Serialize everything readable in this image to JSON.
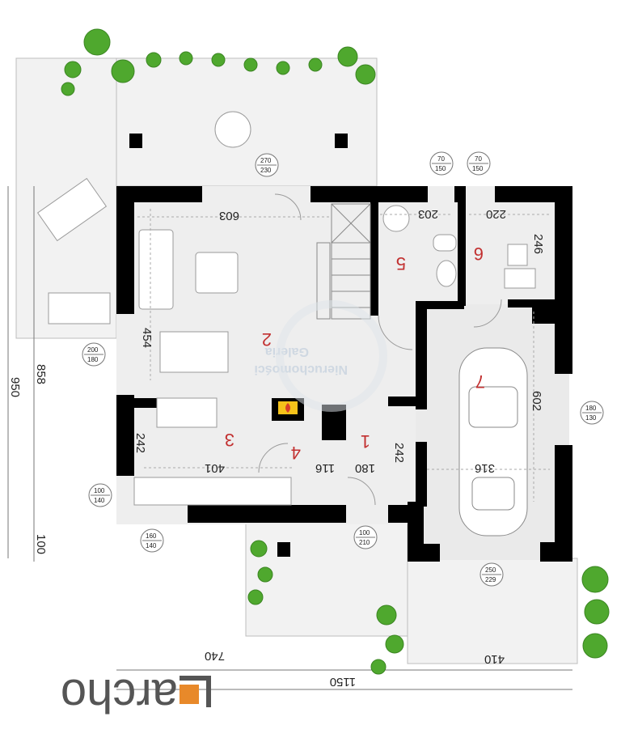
{
  "colors": {
    "wall": "#000000",
    "floor": "#eeeeee",
    "terrace": "#f2f2f2",
    "dim_red": "#c23030",
    "logo_orange": "#e8892a",
    "leaf_green": "#4fa82e"
  },
  "rooms": [
    {
      "id": "1",
      "label": "1"
    },
    {
      "id": "2",
      "label": "2"
    },
    {
      "id": "3",
      "label": "3"
    },
    {
      "id": "4",
      "label": "4"
    },
    {
      "id": "5",
      "label": "5"
    },
    {
      "id": "6",
      "label": "6"
    },
    {
      "id": "7",
      "label": "7"
    }
  ],
  "room_dims": {
    "r603": "603",
    "r454": "454",
    "r242a": "242",
    "r401": "401",
    "r116": "116",
    "r180": "180",
    "r242b": "242",
    "r203": "203",
    "r220": "220",
    "r246": "246",
    "r602": "602",
    "r316": "316"
  },
  "windows": [
    {
      "id": "w1",
      "top": "270",
      "bottom": "230"
    },
    {
      "id": "w2",
      "top": "70",
      "bottom": "150"
    },
    {
      "id": "w3",
      "top": "70",
      "bottom": "150"
    },
    {
      "id": "w4",
      "top": "200",
      "bottom": "180"
    },
    {
      "id": "w5",
      "top": "180",
      "bottom": "130"
    },
    {
      "id": "w6",
      "top": "100",
      "bottom": "140"
    },
    {
      "id": "w7",
      "top": "160",
      "bottom": "140"
    },
    {
      "id": "w8",
      "top": "100",
      "bottom": "210"
    },
    {
      "id": "w9",
      "top": "250",
      "bottom": "229"
    }
  ],
  "overall_dims": {
    "left_outer": "950",
    "left_inner": "858",
    "left_bottom": "100",
    "bottom_left": "740",
    "bottom_right": "410",
    "bottom_total": "1150"
  },
  "watermark": {
    "line1": "Galeria",
    "line2": "Nieruchomości"
  },
  "logo": {
    "text": "archo"
  }
}
